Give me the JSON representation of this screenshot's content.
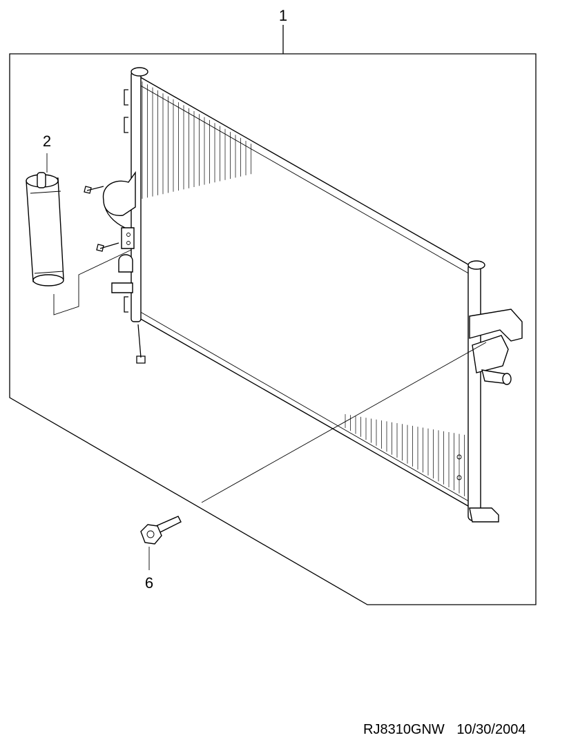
{
  "callouts": {
    "assembly": "1",
    "drier": "2",
    "bolt": "6"
  },
  "footer": {
    "drawing_code": "RJ8310GNW",
    "date": "10/30/2004"
  }
}
